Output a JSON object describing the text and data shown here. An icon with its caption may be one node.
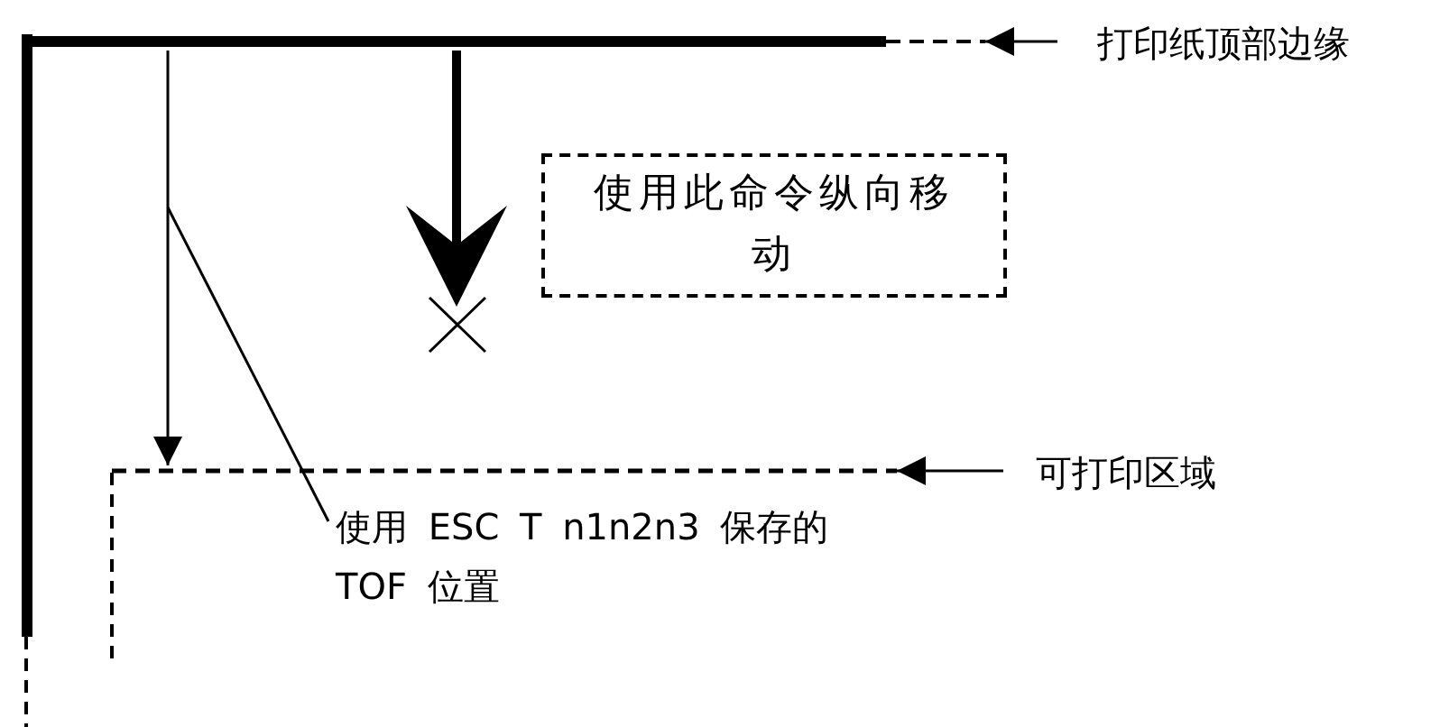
{
  "diagram": {
    "nodes": [
      {
        "text": [
          "打印纸顶部边缘"
        ]
      },
      {
        "text": [
          "使用此命令纵向移动"
        ]
      },
      {
        "text": [
          "可打印区域"
        ]
      },
      {
        "text": [
          "使用 ESC T n1n2n3 保存的 TOF 位置"
        ]
      },
      {
        "text": [],
        "shape": "line"
      },
      {
        "text": [],
        "shape": "line"
      },
      {
        "text": [],
        "shape": "cross"
      }
    ],
    "edges": [
      {
        "from": 0,
        "to": 4,
        "arrow": "to"
      },
      {
        "from": 2,
        "to": 5,
        "arrow": "to"
      },
      {
        "from": 4,
        "to": 5,
        "arrow": "to"
      },
      {
        "from": 4,
        "to": 6,
        "arrow": "to",
        "style": "thick"
      },
      {
        "from": 3,
        "to": null,
        "arrow": "none"
      }
    ]
  }
}
